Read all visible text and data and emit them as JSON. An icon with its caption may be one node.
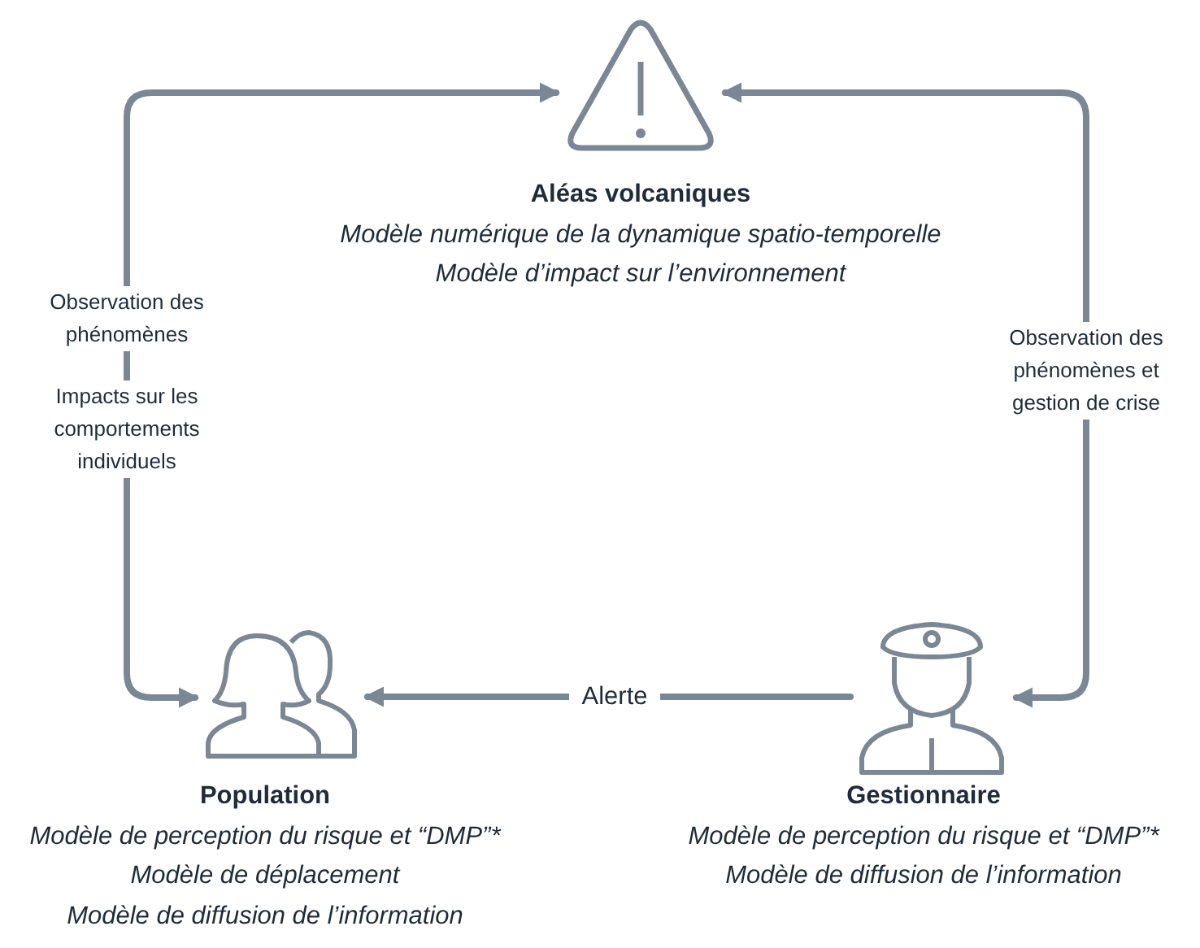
{
  "diagram": {
    "nodes": [
      {
        "text": [
          "Aléas volcaniques",
          "Modèle numérique de la dynamique spatio-temporelle",
          "Modèle d’impact sur l’environnement"
        ]
      },
      {
        "text": [
          "Population",
          "Modèle de perception du risque et “DMP”*",
          "Modèle de déplacement",
          "Modèle de diffusion de l’information"
        ]
      },
      {
        "text": [
          "Gestionnaire",
          "Modèle de perception du risque et “DMP”*",
          "Modèle de diffusion de l’information"
        ]
      }
    ],
    "edges": [
      {
        "from": 1,
        "to": 0,
        "arrow": "both",
        "label": "Observation des phénomènes"
      },
      {
        "from": 2,
        "to": 0,
        "arrow": "both",
        "label": "Observation des phénomènes et gestion de crise"
      },
      {
        "from": 2,
        "to": 1,
        "arrow": "to",
        "label": "Alerte"
      }
    ],
    "labels": [
      "Impacts sur les comportements individuels"
    ]
  }
}
